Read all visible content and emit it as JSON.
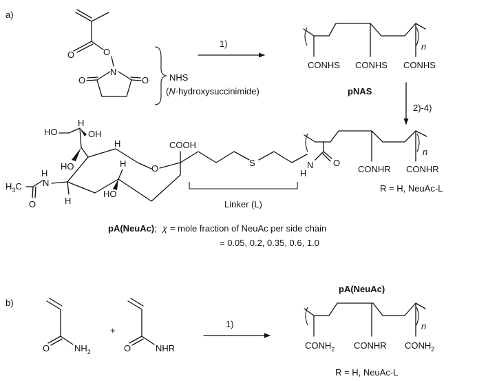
{
  "panel_a": {
    "label": "a)",
    "nhs_label": "NHS",
    "nhs_full_open": "(",
    "nhs_full_italic": "N",
    "nhs_full_rest": "-hydroxysuccinimide)",
    "step1_label": "1)",
    "step2_label": "2)-4)",
    "polymer1_sub": "n",
    "polymer1_groups": [
      "CONHS",
      "CONHS",
      "CONHS"
    ],
    "polymer1_name": "pNAS",
    "sugar_cooh": "COOH",
    "sugar_ho_top_left": "HO",
    "sugar_h_top": "H",
    "sugar_oh_top": "OH",
    "sugar_h_ring": "H",
    "sugar_ho_mid": "HO",
    "sugar_ring_o": "O",
    "sugar_h_lower": "H",
    "sugar_ho_lower": "HO",
    "sugar_h_bottom": "H",
    "acetyl_h3c": "H",
    "acetyl_h3c_sub": "3",
    "acetyl_c": "C",
    "acetyl_nh": "N",
    "acetyl_nh_h": "H",
    "acetyl_o": "O",
    "linker_s": "S",
    "linker_n": "N",
    "linker_h": "H",
    "amide_o": "O",
    "linker_label": "Linker (L)",
    "polymer2_sub": "n",
    "polymer2_groups": [
      "CONHR",
      "CONHR"
    ],
    "r_definition": "R = H, NeuAc-L",
    "product_name": "pA(NeuAc)",
    "product_sep": ";",
    "chi_symbol": "χ",
    "chi_definition": "= mole fraction of NeuAc per side chain",
    "chi_values": "= 0.05, 0.2, 0.35, 0.6, 1.0"
  },
  "panel_b": {
    "label": "b)",
    "plus": "+",
    "step_label": "1)",
    "acrylamide_o": "O",
    "acrylamide_nh": "NH",
    "acrylamide_sub": "2",
    "substituted_o": "O",
    "substituted_nhr": "NHR",
    "product_name": "pA(NeuAc)",
    "polymer_sub": "n",
    "group1": "CONH",
    "group1_sub": "2",
    "group2": "CONHR",
    "group3": "CONH",
    "group3_sub": "2",
    "r_definition": "R = H, NeuAc-L"
  }
}
